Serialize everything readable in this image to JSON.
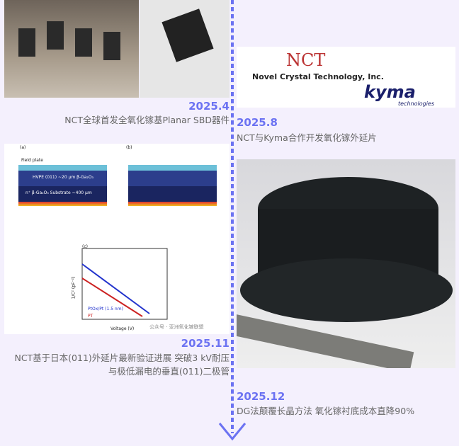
{
  "timeline": [
    {
      "date": "2025.4",
      "caption": "NCT全球首发全氧化镓基Planar SBD器件"
    },
    {
      "date": "2025.8",
      "caption": "NCT与Kyma合作开发氧化镓外延片"
    },
    {
      "date": "2025.11",
      "caption_line1": "NCT基于日本(011)外延片最新验证进展 突破3 kV耐压",
      "caption_line2": "与极低漏电的垂直(011)二极管"
    },
    {
      "date": "2025.12",
      "caption": "DG法颠覆长晶方法 氧化镓衬底成本直降90%"
    }
  ],
  "logos": {
    "nct": "Novel Crystal Technology, Inc.",
    "kyma": "kyma",
    "kyma_sub": "technologies"
  },
  "diagram": {
    "a": "(a)",
    "b": "(b)",
    "c": "(c)",
    "field_plate": "Field plate",
    "substrate": "n⁺ β-Ga₂O₃ Substrate ~400 μm",
    "hvpe": "HVPE (011) ~20 μm β-Ga₂O₃",
    "ylabel": "1/C² (pF⁻²)",
    "xlabel": "Voltage (V)",
    "legend1": "PtOx/Pt (1.5 nm)",
    "legend2": "PT",
    "watermark": "公众号 · 亚洲氧化镓联盟"
  },
  "colors": {
    "accent": "#6b72f2",
    "background": "#f4f0fd"
  }
}
